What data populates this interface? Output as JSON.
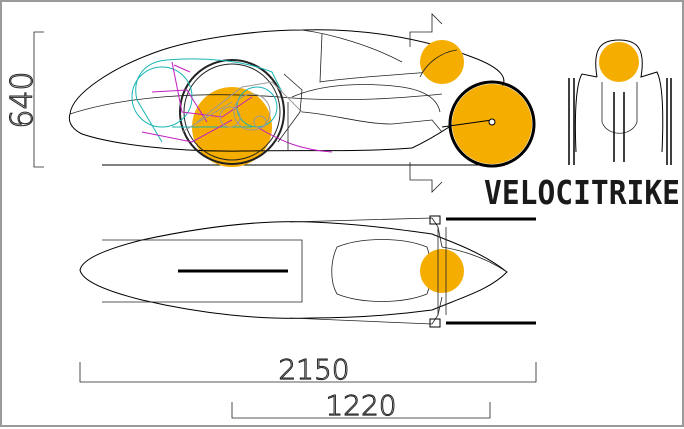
{
  "drawing": {
    "title": "VELOCITRIKE",
    "dimensions": {
      "height": "640",
      "overall_length": "2150",
      "wheelbase": "1220"
    }
  },
  "colors": {
    "wheel_fill": "#f5ad00",
    "chain": "#1ab5b5",
    "crank_linkage": "#c21fc2",
    "frame_gray": "#9a9a9a",
    "outline": "#000000"
  }
}
